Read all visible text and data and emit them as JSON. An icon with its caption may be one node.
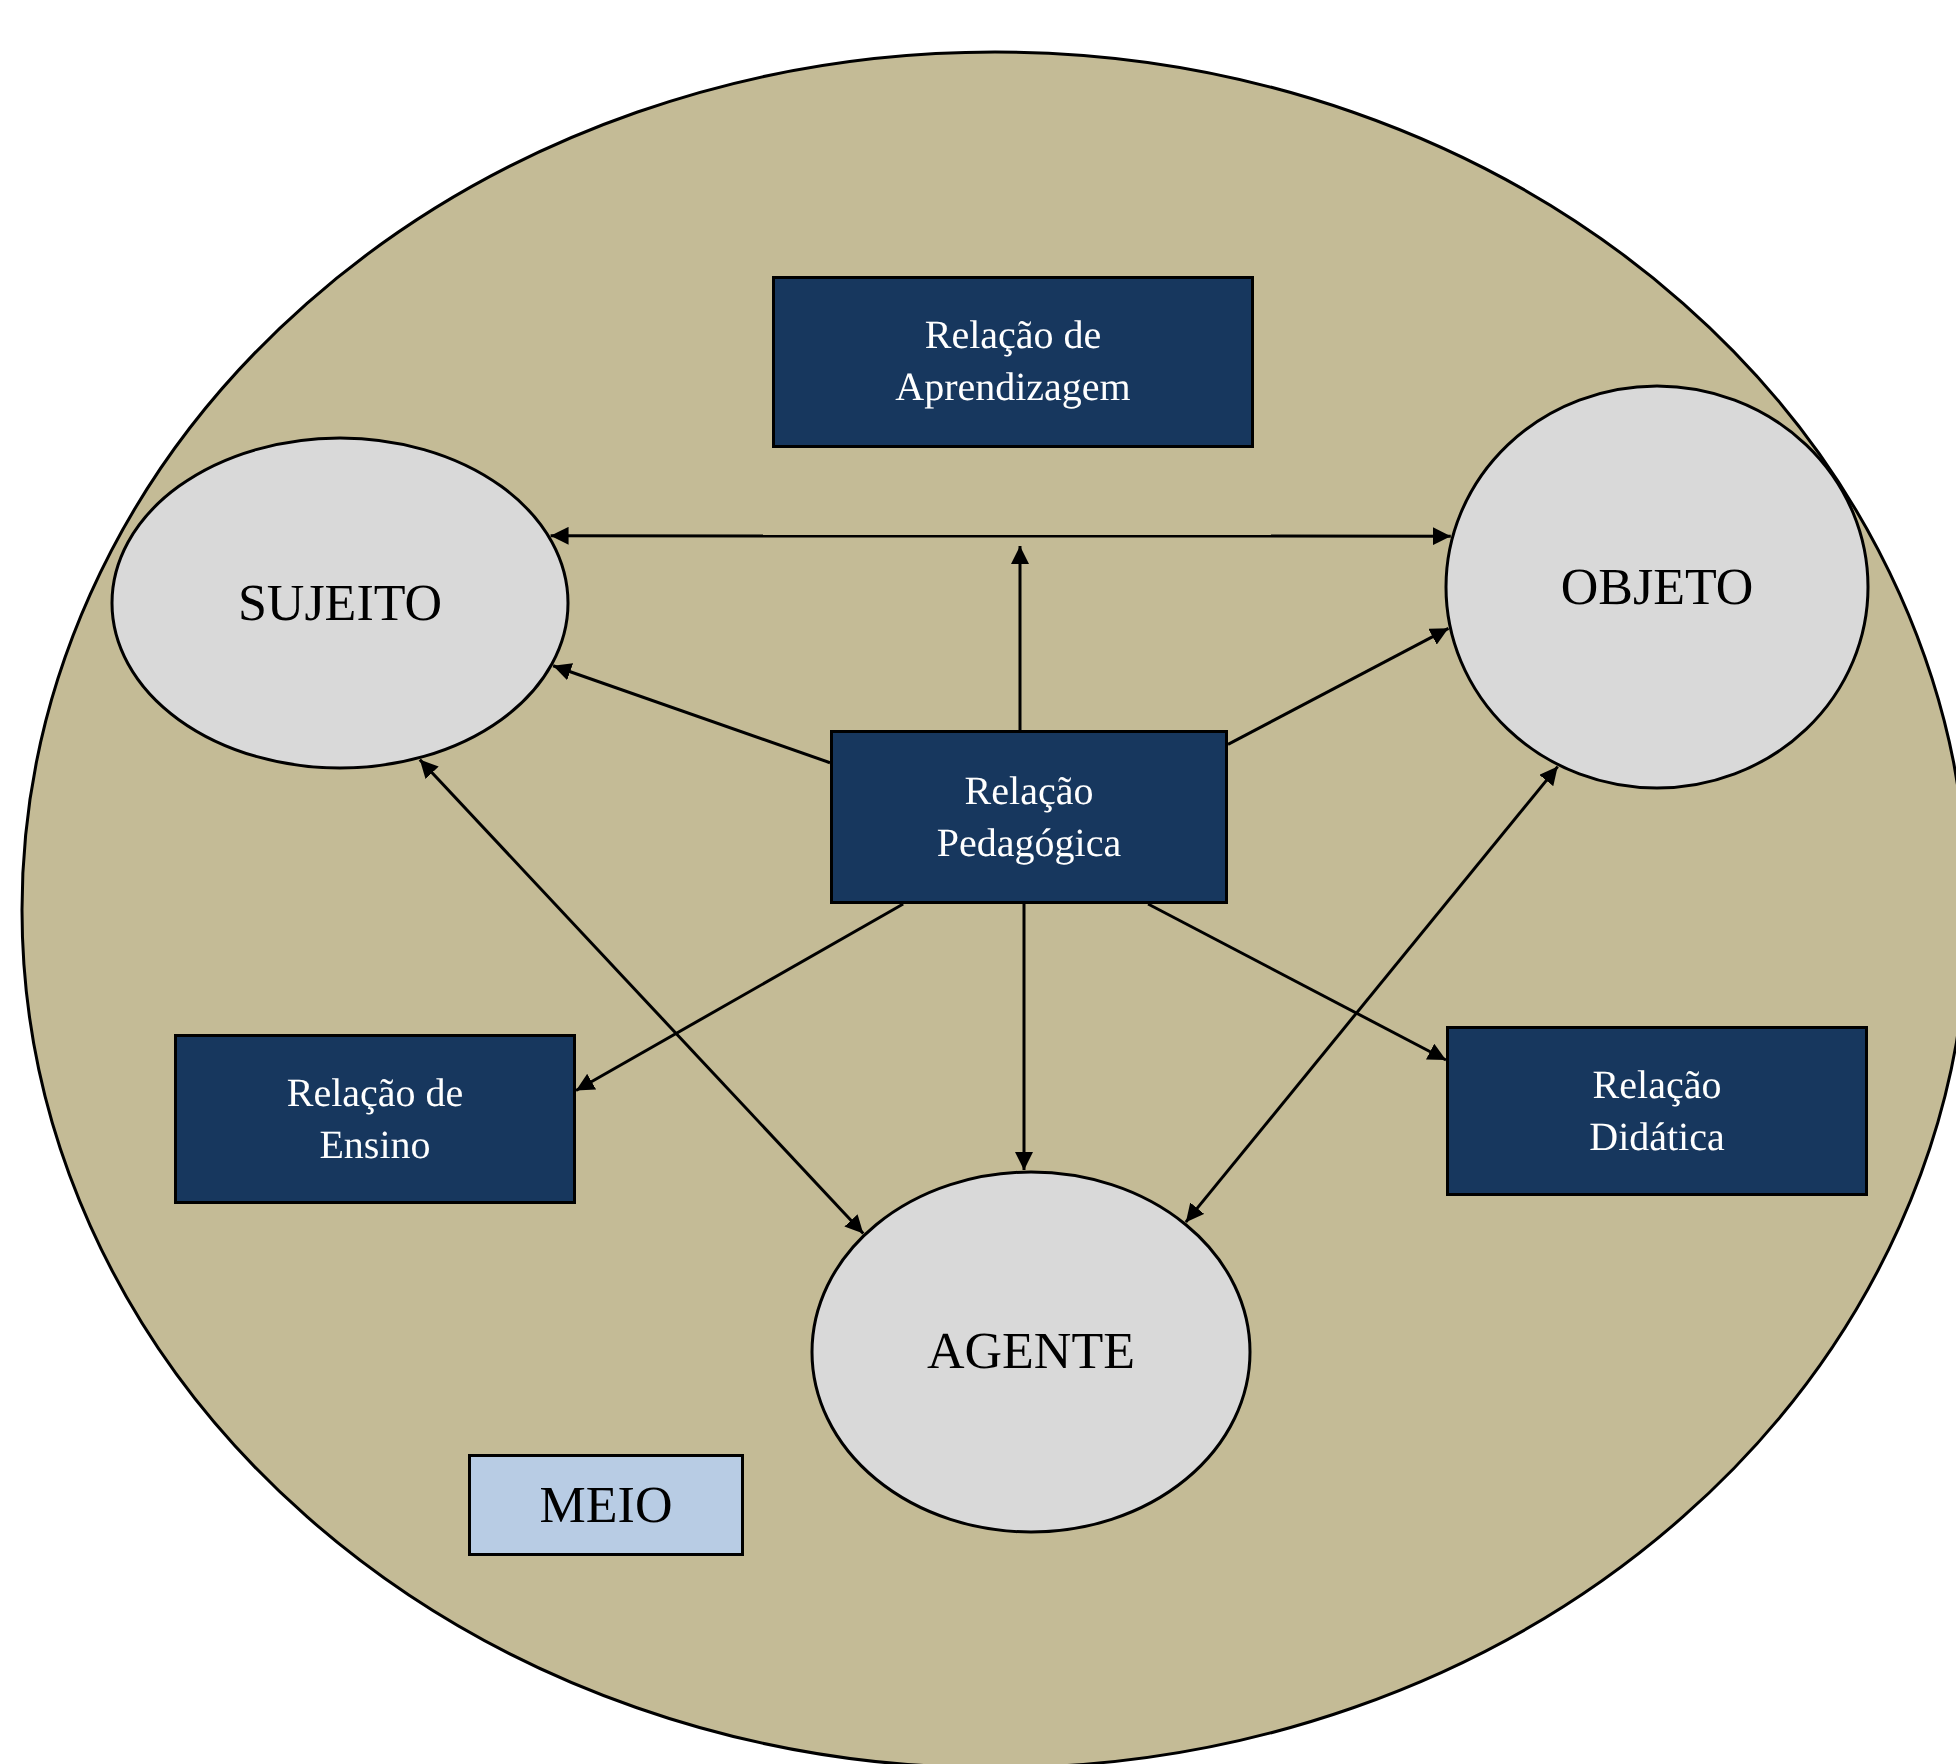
{
  "diagram": {
    "nodes": [
      {
        "text": [],
        "shape": "circle"
      },
      {
        "text": [
          "Relação de Aprendizagem"
        ],
        "in": 0
      },
      {
        "text": [
          "SUJEITO"
        ],
        "in": 0
      },
      {
        "text": [
          "OBJETO"
        ],
        "in": 0
      },
      {
        "text": [
          "Relação Pedagógica"
        ],
        "in": 0
      },
      {
        "text": [
          "Relação de Ensino"
        ],
        "in": 0
      },
      {
        "text": [
          "Relação Didática"
        ],
        "in": 0
      },
      {
        "text": [
          "AGENTE"
        ],
        "in": 0
      },
      {
        "text": [
          "MEIO"
        ],
        "in": 0
      }
    ],
    "edges": [
      {
        "from": 2,
        "to": 3,
        "arrow": "both"
      },
      {
        "from": 4,
        "to": null,
        "arrow": "to"
      },
      {
        "from": 4,
        "to": 2,
        "arrow": "to"
      },
      {
        "from": 4,
        "to": 3,
        "arrow": "to"
      },
      {
        "from": 4,
        "to": 5,
        "arrow": "to"
      },
      {
        "from": 4,
        "to": 7,
        "arrow": "to"
      },
      {
        "from": 4,
        "to": 6,
        "arrow": "to"
      },
      {
        "from": 2,
        "to": 7,
        "arrow": "both"
      },
      {
        "from": 3,
        "to": 7,
        "arrow": "both"
      }
    ]
  }
}
